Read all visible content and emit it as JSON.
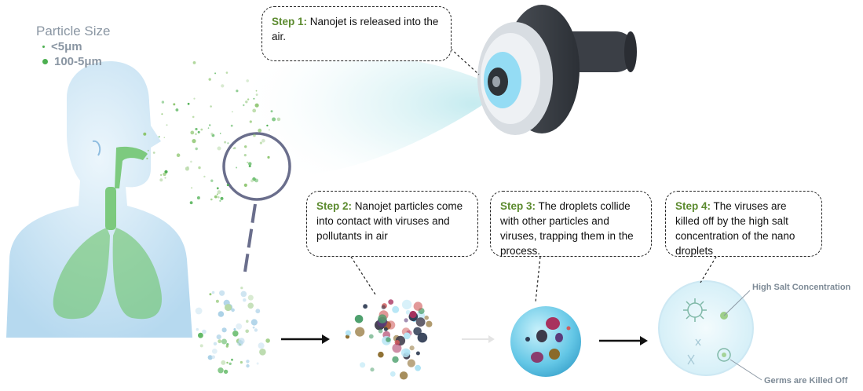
{
  "legend": {
    "title": "Particle Size",
    "small_label": "<5μm",
    "large_label": "100-5μm"
  },
  "steps": [
    {
      "label": "Step 1:",
      "text": " Nanojet is released into the air."
    },
    {
      "label": "Step 2:",
      "text": " Nanojet particles come into contact with viruses and pollutants in air"
    },
    {
      "label": "Step 3:",
      "text": " The droplets collide with other particles and viruses, trapping them in the process."
    },
    {
      "label": "Step 4:",
      "text": " The viruses are killed off by the high salt concentration of the nano droplets"
    }
  ],
  "annotations": {
    "high_salt": "High Salt Concentration",
    "germs_killed": "Germs are Killed Off"
  },
  "colors": {
    "step_label": "#5b8a2e",
    "particle_green": "#4caf50",
    "droplet_blue": "#7fd3ee",
    "annotation_gray": "#7d8a96"
  }
}
